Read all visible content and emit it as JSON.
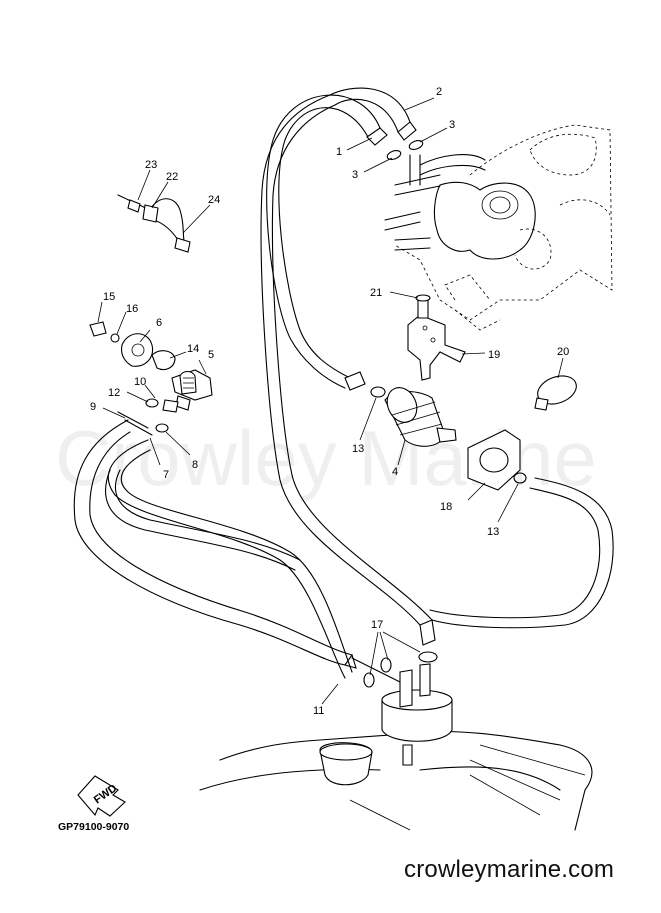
{
  "watermark": "Crowley Marine",
  "diagram_code": "GP79100-9070",
  "fwd_label": "FWD",
  "website": "crowleymarine.com",
  "callouts": [
    "1",
    "2",
    "3",
    "3",
    "4",
    "5",
    "6",
    "7",
    "8",
    "9",
    "10",
    "11",
    "12",
    "13",
    "13",
    "14",
    "15",
    "16",
    "17",
    "18",
    "19",
    "20",
    "21",
    "22",
    "23",
    "24"
  ]
}
